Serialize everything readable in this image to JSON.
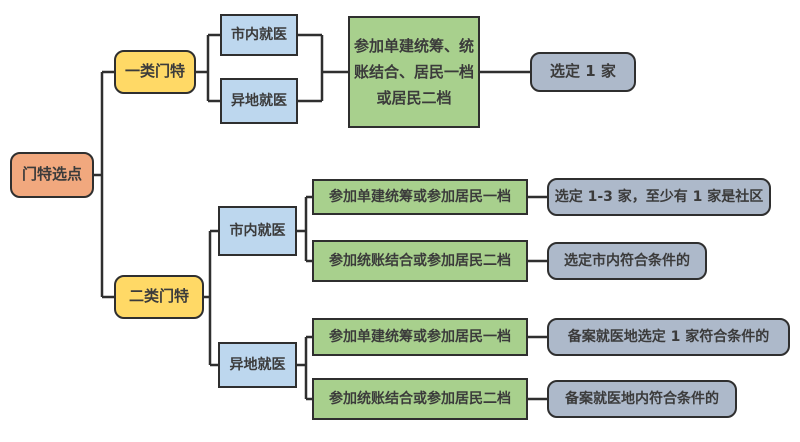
{
  "palette": {
    "orange": "#F1A87E",
    "yellow": "#FFD966",
    "blue": "#BDD7EE",
    "green": "#A8D08D",
    "gray": "#ADB9CA",
    "line": "#2F2F2F",
    "text": "#3B3B3B",
    "background": "#FFFFFF"
  },
  "diagram": {
    "nodes": {
      "root": {
        "label": "门特选点"
      },
      "type1": {
        "label": "一类门特"
      },
      "type2": {
        "label": "二类门特"
      },
      "t1_local": {
        "label": "市内就医"
      },
      "t1_remote": {
        "label": "异地就医"
      },
      "t1_plan": {
        "label": "参加单建统筹、统\n账结合、居民一档\n或居民二档"
      },
      "t1_result": {
        "label": "选定 1 家"
      },
      "t2_local": {
        "label": "市内就医"
      },
      "t2_remote": {
        "label": "异地就医"
      },
      "t2_local_plan1": {
        "label": "参加单建统筹或参加居民一档"
      },
      "t2_local_result1": {
        "label": "选定 1-3 家，至少有 1 家是社区"
      },
      "t2_local_plan2": {
        "label": "参加统账结合或参加居民二档"
      },
      "t2_local_result2": {
        "label": "选定市内符合条件的"
      },
      "t2_remote_plan1": {
        "label": "参加单建统筹或参加居民一档"
      },
      "t2_remote_result1": {
        "label": "备案就医地选定 1 家符合条件的"
      },
      "t2_remote_plan2": {
        "label": "参加统账结合或参加居民二档"
      },
      "t2_remote_result2": {
        "label": "备案就医地内符合条件的"
      }
    }
  }
}
